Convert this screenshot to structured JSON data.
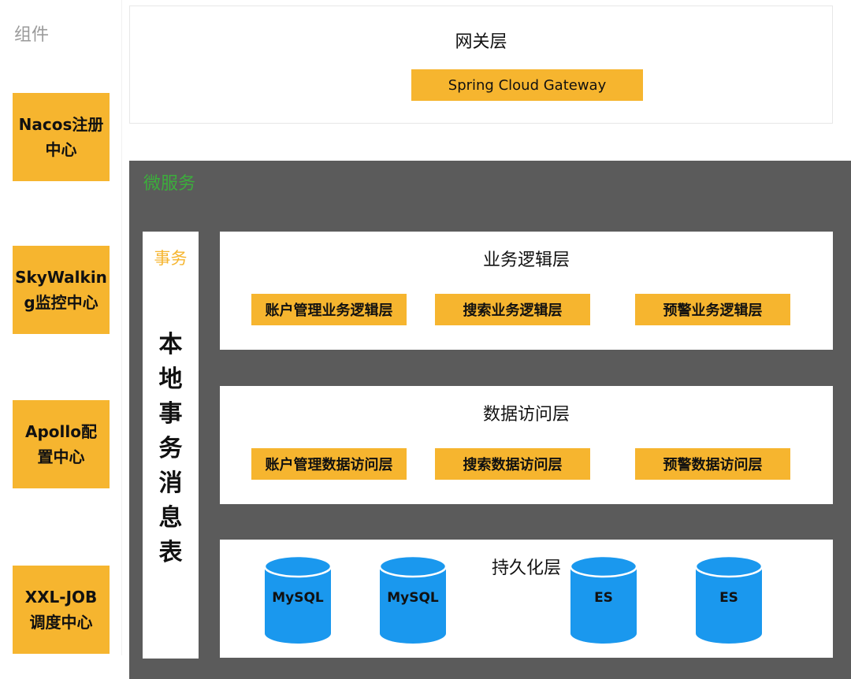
{
  "components": {
    "title": "组件",
    "items": [
      "Nacos注册\n中心",
      "SkyWalkin\ng监控中心",
      "Apollo配\n置中心",
      "XXL-JOB\n调度中心"
    ]
  },
  "gateway": {
    "title": "网关层",
    "button": "Spring Cloud Gateway"
  },
  "microservices": {
    "label": "微服务",
    "transaction": {
      "label": "事务",
      "vertical_text": "本\n地\n事\n务\n消\n息\n表"
    },
    "business_layer": {
      "title": "业务逻辑层",
      "items": [
        "账户管理业务逻辑层",
        "搜索业务逻辑层",
        "预警业务逻辑层"
      ]
    },
    "data_access_layer": {
      "title": "数据访问层",
      "items": [
        "账户管理数据访问层",
        "搜索数据访问层",
        "预警数据访问层"
      ]
    },
    "persistence_layer": {
      "title": "持久化层",
      "databases": [
        "MySQL",
        "MySQL",
        "ES",
        "ES"
      ]
    }
  },
  "colors": {
    "accent_orange": "#f6b52f",
    "panel_dark": "#5b5b5b",
    "db_blue": "#1a98ee",
    "label_green": "#3cad3c"
  }
}
